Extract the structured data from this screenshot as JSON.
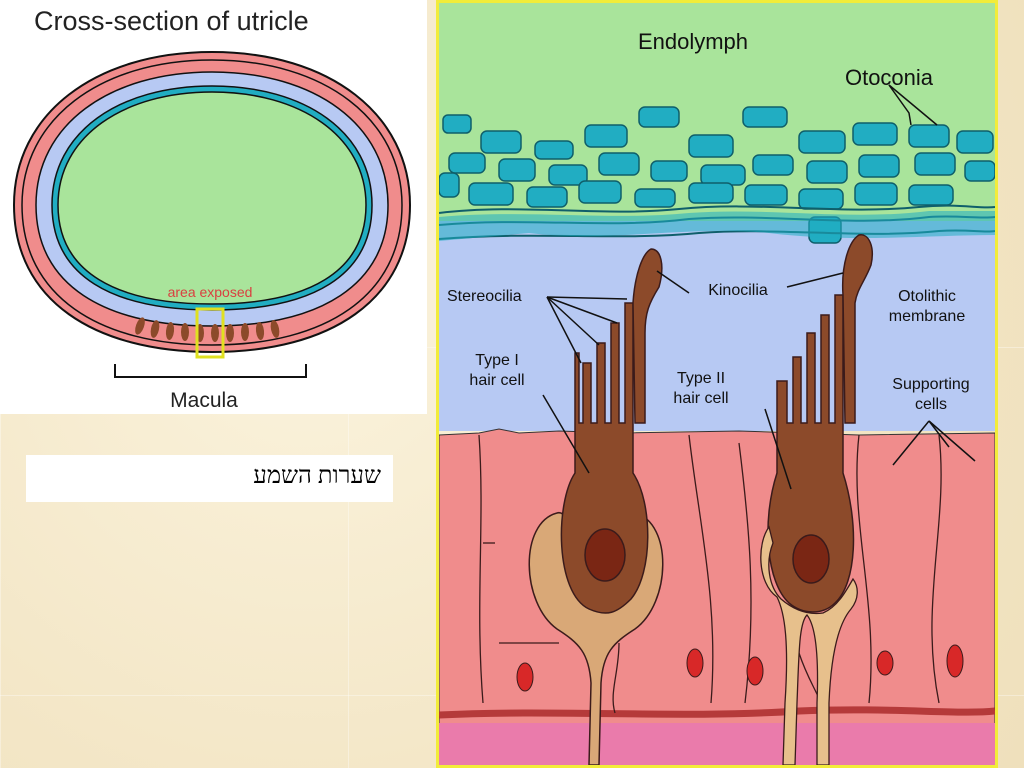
{
  "utricle": {
    "title": "Cross-section of utricle",
    "area_label": "area exposed",
    "macula_label": "Macula"
  },
  "caption": {
    "text": "שערות השמע"
  },
  "macula_detail": {
    "labels": {
      "endolymph": "Endolymph",
      "otoconia": "Otoconia",
      "stereocilia": "Stereocilia",
      "kinocilia": "Kinocilia",
      "otolithic_line1": "Otolithic",
      "otolithic_line2": "membrane",
      "type1_line1": "Type I",
      "type1_line2": "hair cell",
      "type2_line1": "Type II",
      "type2_line2": "hair cell",
      "supporting_line1": "Supporting",
      "supporting_line2": "cells"
    }
  },
  "colors": {
    "endolymph": "#a9e49b",
    "otoconia": "#21adc2",
    "membrane": "#b7c9f3",
    "epithelium": "#f08c8c",
    "hair_cell": "#8c4a2a",
    "nucleus": "#7a2614",
    "panel_border": "#f2ec3a",
    "highlight": "#e0e020",
    "label_red": "#d94040"
  }
}
